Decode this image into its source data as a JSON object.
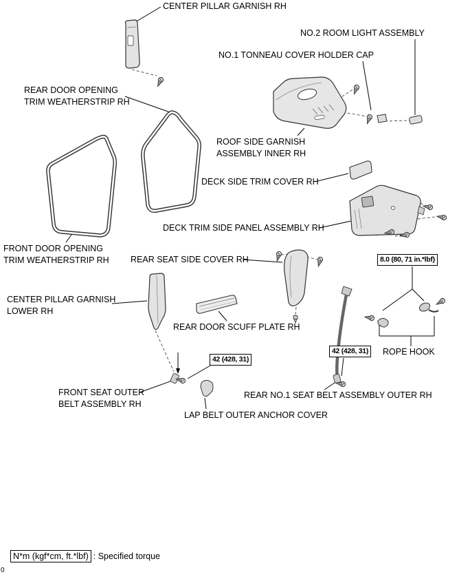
{
  "diagram": {
    "labels": {
      "center_pillar_garnish": "CENTER PILLAR GARNISH RH",
      "room_light_assembly": "NO.2 ROOM LIGHT ASSEMBLY",
      "tonneau_cover_holder_cap": "NO.1 TONNEAU COVER HOLDER CAP",
      "rear_door_weatherstrip": "REAR DOOR OPENING\nTRIM WEATHERSTRIP RH",
      "roof_side_garnish": "ROOF SIDE GARNISH\nASSEMBLY INNER RH",
      "deck_side_trim_cover": "DECK SIDE TRIM COVER RH",
      "deck_trim_side_panel": "DECK TRIM SIDE PANEL ASSEMBLY RH",
      "front_door_weatherstrip": "FRONT DOOR OPENING\nTRIM WEATHERSTRIP RH",
      "rear_seat_side_cover": "REAR SEAT SIDE COVER RH",
      "center_pillar_garnish_lower": "CENTER PILLAR GARNISH\nLOWER RH",
      "rear_door_scuff_plate": "REAR DOOR SCUFF PLATE RH",
      "rope_hook": "ROPE HOOK",
      "front_seat_outer_belt": "FRONT SEAT OUTER\nBELT ASSEMBLY RH",
      "rear_no1_seat_belt": "REAR NO.1 SEAT BELT ASSEMBLY OUTER RH",
      "lap_belt_outer_anchor_cover": "LAP BELT OUTER ANCHOR COVER"
    },
    "torque_specs": {
      "rope_hook_torque": "8.0 (80, 71 in.*lbf)",
      "front_belt_torque": "42 (428, 31)",
      "rear_belt_torque": "42 (428, 31)"
    },
    "legend": {
      "unit_box": "N*m (kgf*cm, ft.*lbf)",
      "meaning": ": Specified torque"
    },
    "page_marker": "0",
    "colors": {
      "line": "#000000",
      "part_fill": "#e3e3e3",
      "background": "#ffffff"
    }
  }
}
